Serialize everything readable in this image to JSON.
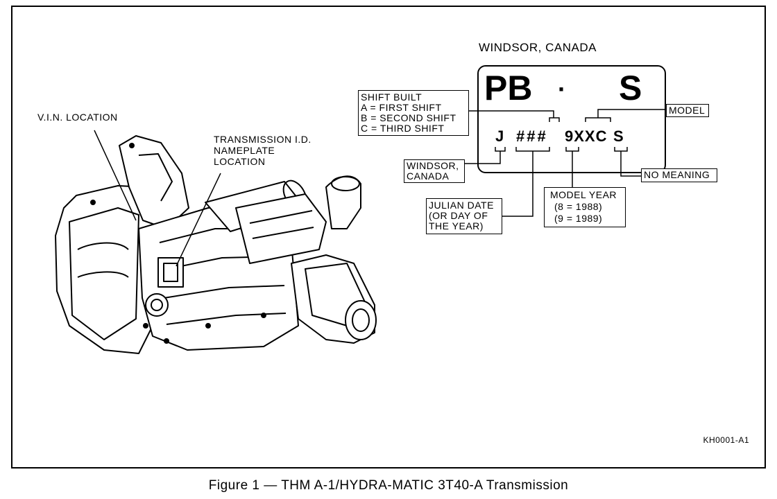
{
  "figure": {
    "caption": "Figure 1 — THM A-1/HYDRA-MATIC 3T40-A Transmission",
    "reference": "KH0001-A1"
  },
  "callouts": {
    "vin_location": "V.I.N. LOCATION",
    "nameplate_line1": "TRANSMISSION I.D.",
    "nameplate_line2": "NAMEPLATE",
    "nameplate_line3": "LOCATION"
  },
  "plate": {
    "heading": "WINDSOR, CANADA",
    "top_left": "PB",
    "top_middle": "·",
    "top_right": "S",
    "code_j": "J",
    "code_hash": "###",
    "code_model": "9XXC",
    "code_s": "S"
  },
  "legend": {
    "shift_built": [
      "SHIFT BUILT",
      "A  =  FIRST SHIFT",
      "B  =  SECOND SHIFT",
      "C  =  THIRD SHIFT"
    ],
    "model": "MODEL",
    "windsor": [
      "WINDSOR,",
      "CANADA"
    ],
    "no_meaning": "NO MEANING",
    "julian": [
      "JULIAN DATE",
      "(OR DAY OF",
      "THE YEAR)"
    ],
    "model_year": [
      "MODEL YEAR",
      "(8  =  1988)",
      "(9  =  1989)"
    ]
  },
  "colors": {
    "ink": "#000000",
    "paper": "#ffffff"
  }
}
